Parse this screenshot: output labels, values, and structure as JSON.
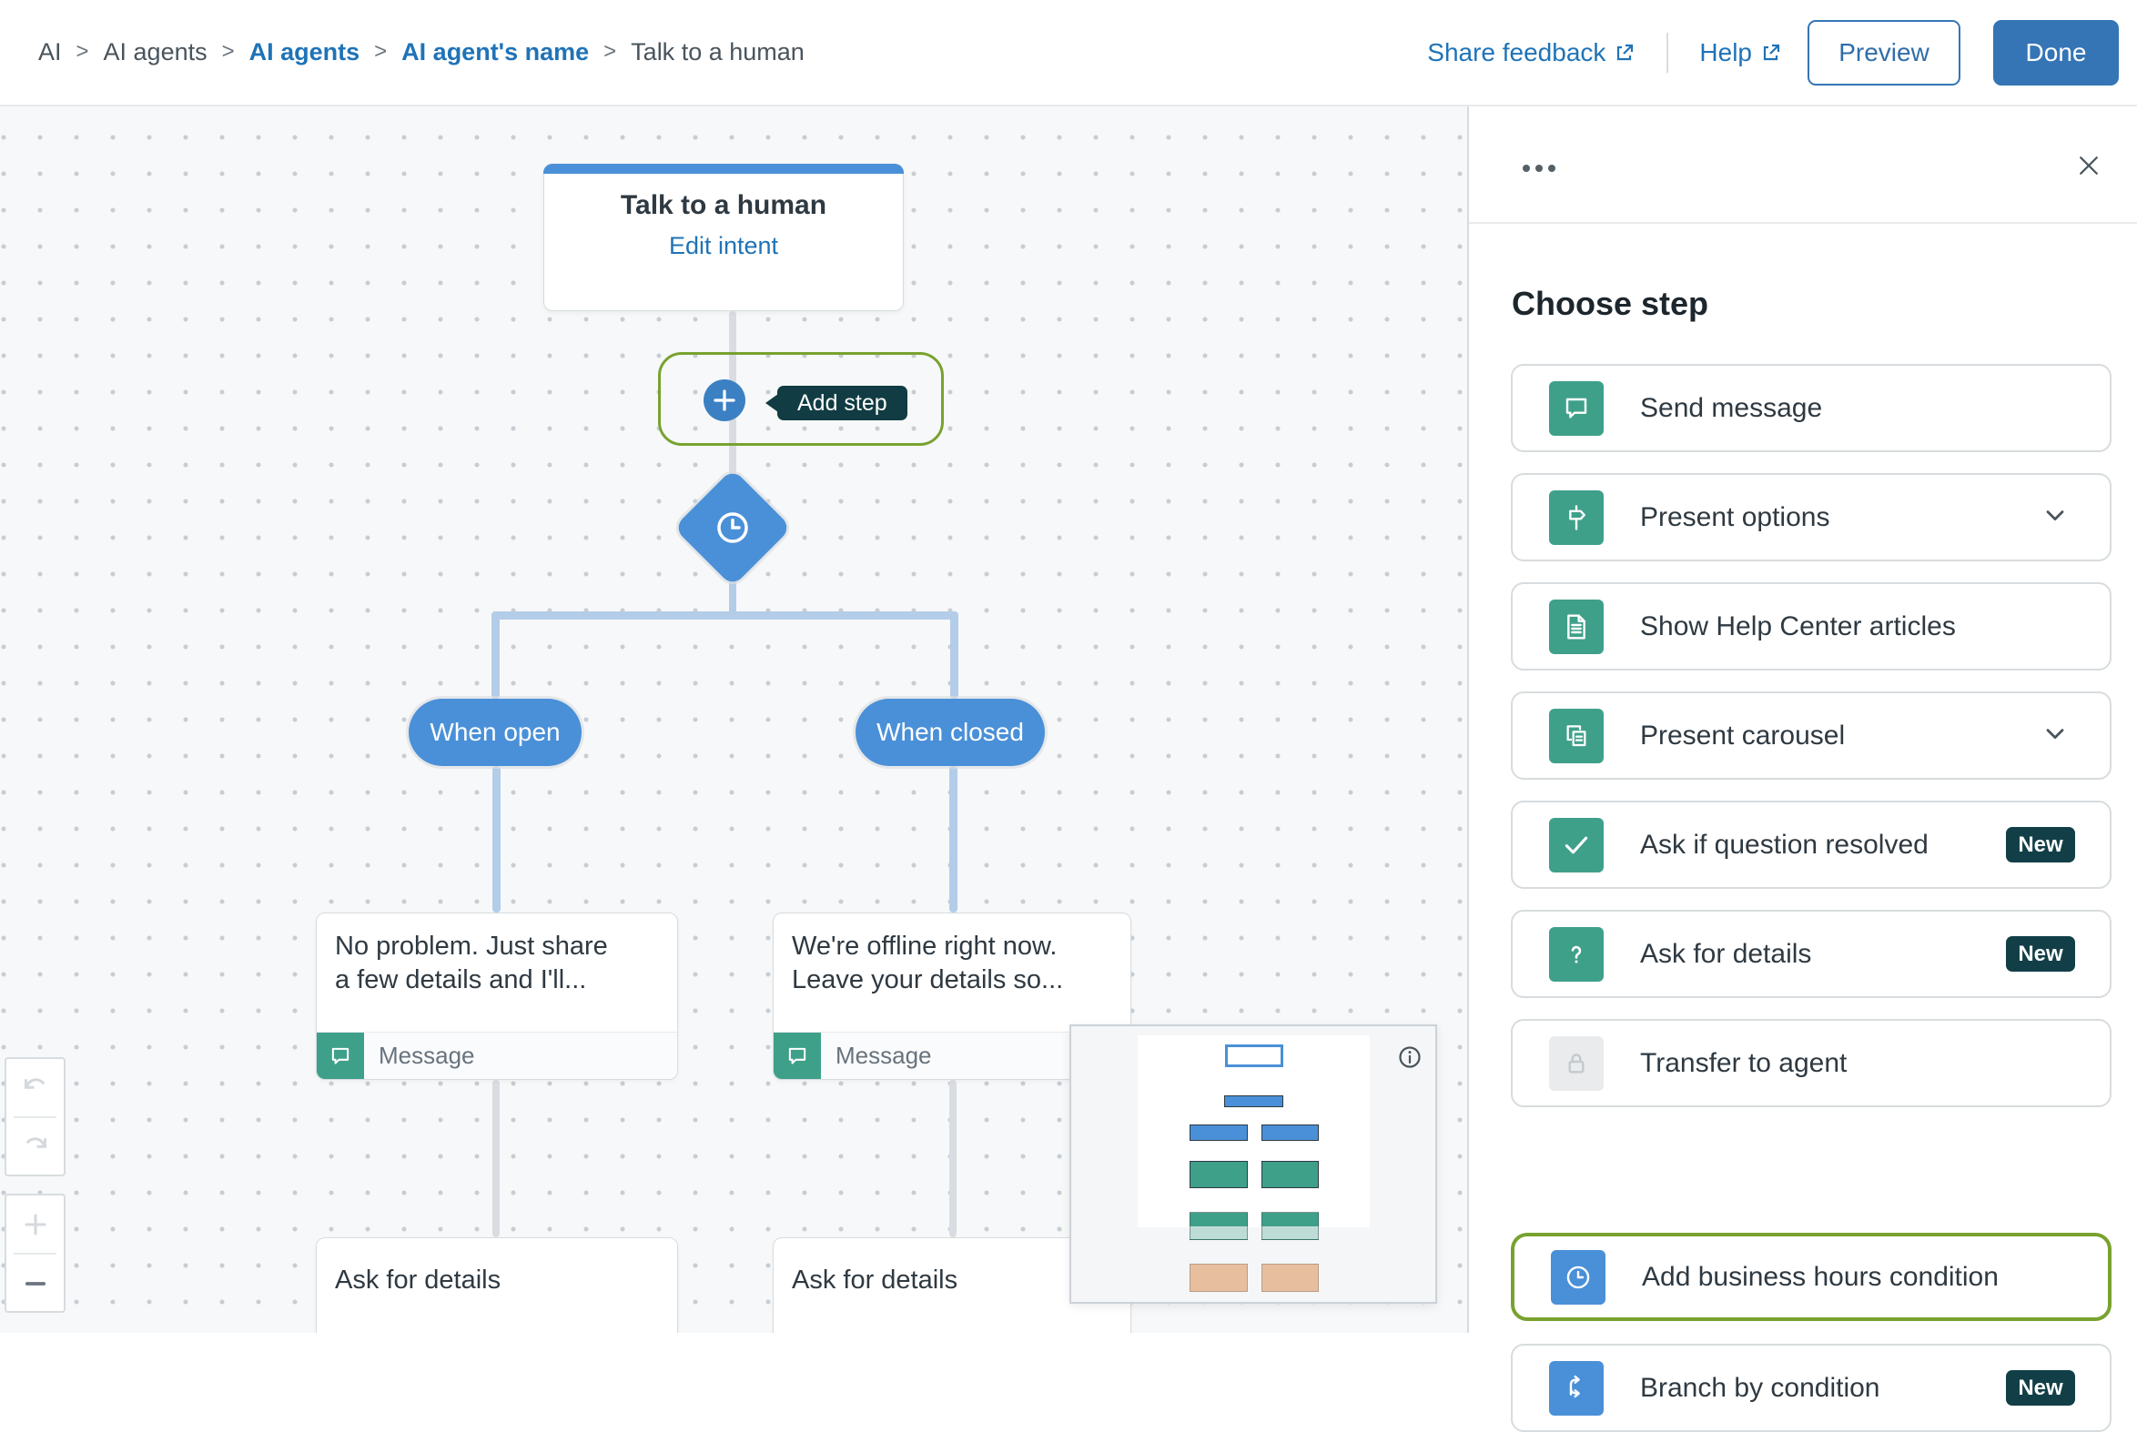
{
  "breadcrumb": {
    "items": [
      {
        "label": "AI",
        "link": false
      },
      {
        "label": "AI agents",
        "link": false
      },
      {
        "label": "AI agents",
        "link": true
      },
      {
        "label": "AI agent's name",
        "link": true
      },
      {
        "label": "Talk to a human",
        "link": false
      }
    ],
    "separator": ">"
  },
  "header": {
    "share_feedback_label": "Share feedback",
    "help_label": "Help",
    "preview_label": "Preview",
    "done_label": "Done"
  },
  "canvas": {
    "node": {
      "title": "Talk to a human",
      "edit_link": "Edit intent"
    },
    "add_step_tooltip": "Add step",
    "branch_open": "When open",
    "branch_closed": "When closed",
    "message_open": {
      "line1": "No problem. Just share",
      "line2": "a few details and I'll...",
      "type_label": "Message"
    },
    "message_closed": {
      "line1": "We're offline right now.",
      "line2": "Leave your details so...",
      "type_label": "Message"
    },
    "ask_open": "Ask for details",
    "ask_closed": "Ask for details"
  },
  "sidebar": {
    "heading": "Choose step",
    "steps": [
      {
        "label": "Send message",
        "icon": "message-icon"
      },
      {
        "label": "Present options",
        "icon": "signpost-icon",
        "expandable": true
      },
      {
        "label": "Show Help Center articles",
        "icon": "article-icon"
      },
      {
        "label": "Present carousel",
        "icon": "carousel-icon",
        "expandable": true
      },
      {
        "label": "Ask if question resolved",
        "icon": "check-icon",
        "badge": "New"
      },
      {
        "label": "Ask for details",
        "icon": "question-icon",
        "badge": "New"
      },
      {
        "label": "Transfer to agent",
        "icon": "lock-icon"
      },
      {
        "label": "Add business hours condition",
        "icon": "clock-icon",
        "selected": true
      },
      {
        "label": "Branch by condition",
        "icon": "branch-icon",
        "badge": "New"
      }
    ]
  },
  "colors": {
    "accent_blue": "#4a90d8",
    "link_blue": "#1f73b7",
    "button_blue": "#3575b5",
    "teal": "#3fa08a",
    "dark_badge": "#123f47",
    "highlight_olive": "#78a22f",
    "connector_blue": "#b3cde9",
    "connector_gray": "#d9dde1",
    "canvas_bg": "#f7f8f9",
    "tan": "#e7bf9f"
  }
}
